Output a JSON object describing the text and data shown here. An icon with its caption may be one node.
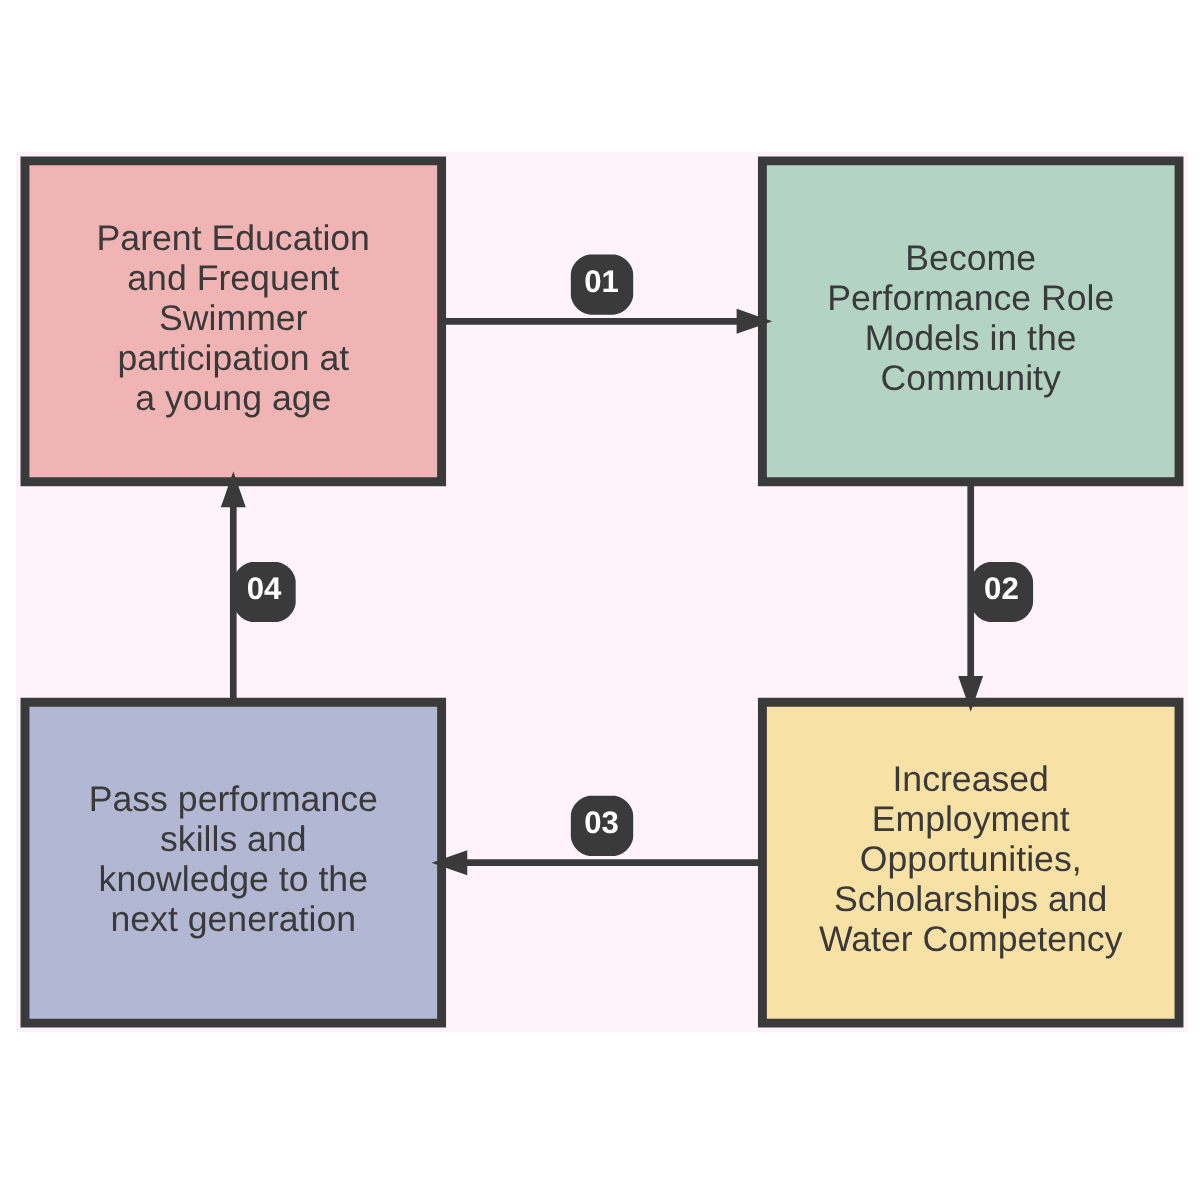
{
  "diagram": {
    "nodes": [
      {
        "text": [
          "Parent Education and Frequent Swimmer participation at a young age"
        ]
      },
      {
        "text": [
          "Become Performance Role Models in the Community"
        ]
      },
      {
        "text": [
          "Increased Employment Opportunities, Scholarships and Water Competency"
        ]
      },
      {
        "text": [
          "Pass performance skills and knowledge to the next generation"
        ]
      }
    ],
    "edges": [
      {
        "from": 0,
        "to": 1,
        "arrow": "to",
        "label": "01"
      },
      {
        "from": 1,
        "to": 2,
        "arrow": "to",
        "label": "02"
      },
      {
        "from": 2,
        "to": 3,
        "arrow": "to",
        "label": "03"
      },
      {
        "from": 3,
        "to": 0,
        "arrow": "to",
        "label": "04"
      }
    ]
  }
}
